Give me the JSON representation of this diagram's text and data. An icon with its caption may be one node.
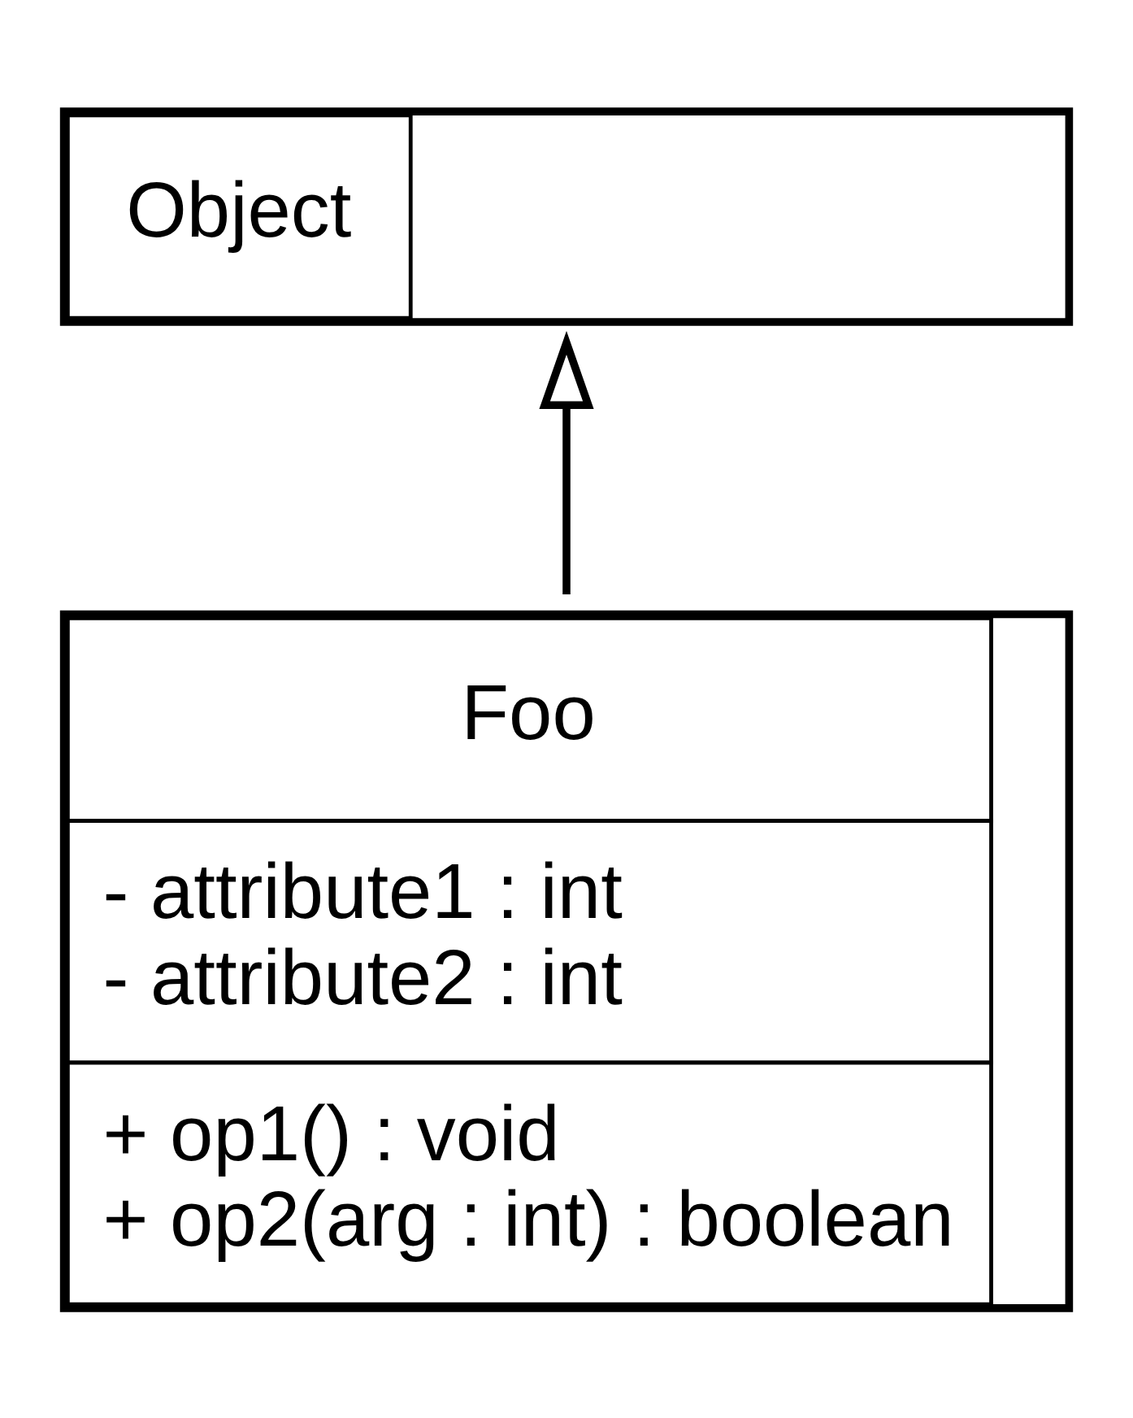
{
  "diagram": {
    "nodes": [
      {
        "text": [
          "Object"
        ]
      },
      {
        "text": [
          "Foo",
          "- attribute1 : int",
          "- attribute2 : int",
          "+ op1() : void",
          "+ op2(arg : int) : boolean"
        ]
      }
    ],
    "edges": [
      {
        "from": 1,
        "to": 0,
        "arrow": "to"
      }
    ]
  }
}
